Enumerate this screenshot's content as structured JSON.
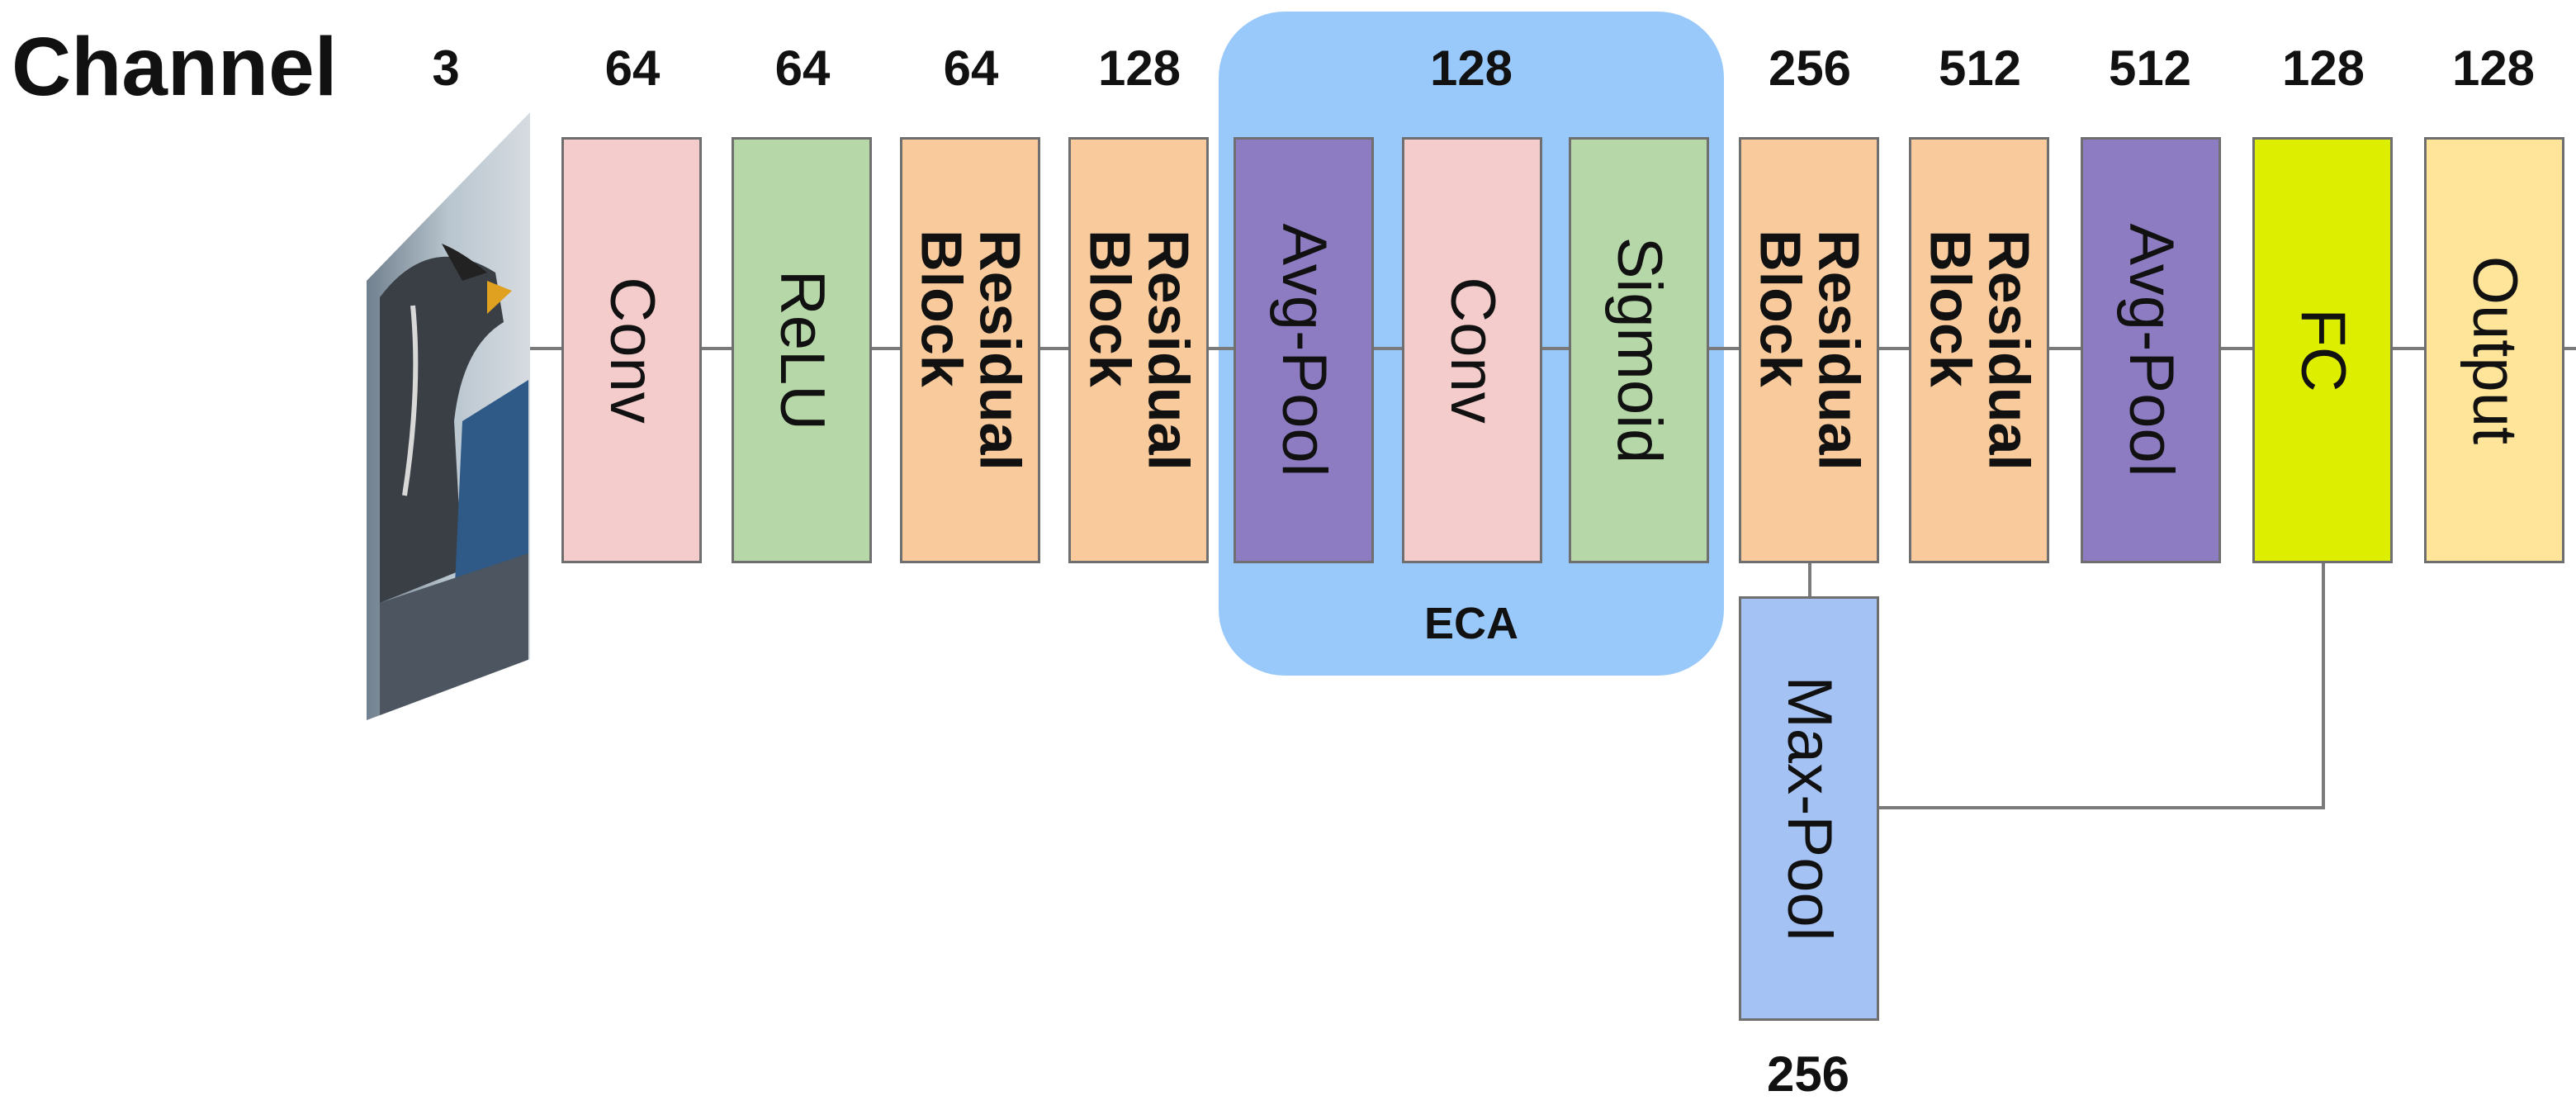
{
  "diagram": {
    "title": "Channel",
    "channels": {
      "input": "3",
      "conv": "64",
      "relu": "64",
      "res1": "64",
      "res2": "128",
      "eca": "128",
      "res3": "256",
      "res4": "512",
      "avgpool": "512",
      "fc": "128",
      "output": "128",
      "maxpool": "256"
    },
    "eca_label": "ECA",
    "blocks": {
      "conv1": "Conv",
      "relu": "ReLU",
      "res1": "Residual\nBlock",
      "res2": "Residual\nBlock",
      "eca_avgpool": "Avg-Pool",
      "eca_conv": "Conv",
      "eca_sigmoid": "Sigmoid",
      "res3": "Residual\nBlock",
      "res4": "Residual\nBlock",
      "avgpool": "Avg-Pool",
      "fc": "FC",
      "output": "Output",
      "maxpool": "Max-Pool"
    },
    "colors": {
      "conv": "#f4cccc",
      "relu": "#b6d7a8",
      "residual": "#f9cb9c",
      "avgpool": "#8e7cc3",
      "fc": "#ddee00",
      "output": "#ffe599",
      "maxpool": "#a4c2f4",
      "eca_region": "#99c9fb"
    }
  }
}
